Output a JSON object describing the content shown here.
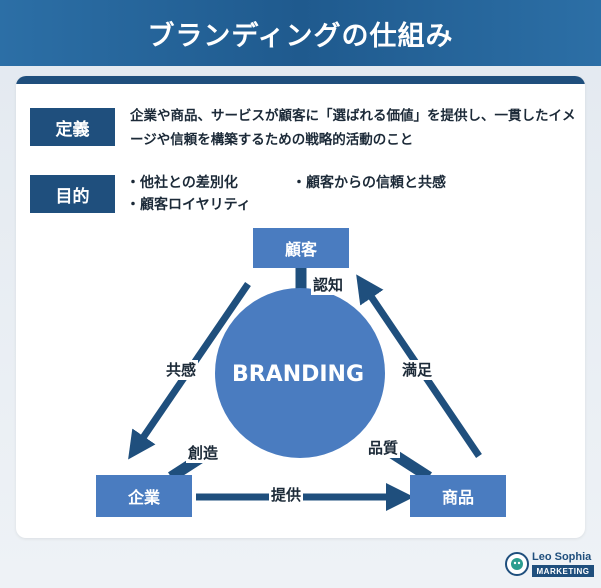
{
  "title": "ブランディングの仕組み",
  "definition": {
    "tag": "定義",
    "text": "企業や商品、サービスが顧客に「選ばれる価値」を提供し、一貫したイメージや信頼を構築するための戦略的活動のこと"
  },
  "goals": {
    "tag": "目的",
    "items": [
      "・他社との差別化",
      "・顧客からの信頼と共感",
      "・顧客ロイヤリティ"
    ]
  },
  "diagram": {
    "center": "BRANDING",
    "nodes": {
      "customer": "顧客",
      "company": "企業",
      "product": "商品"
    },
    "edges": {
      "recognition": "認知",
      "empathy": "共感",
      "satisfaction": "満足",
      "creation": "創造",
      "quality": "品質",
      "provision": "提供"
    }
  },
  "logo": {
    "name": "Leo Sophia",
    "sub": "MARKETING"
  },
  "colors": {
    "title_bar": "#1f5a8e",
    "tag_bg": "#1f4f7d",
    "node_fill": "#4a7cc0",
    "arrow": "#1f4f7d",
    "text": "#1c2a38"
  }
}
